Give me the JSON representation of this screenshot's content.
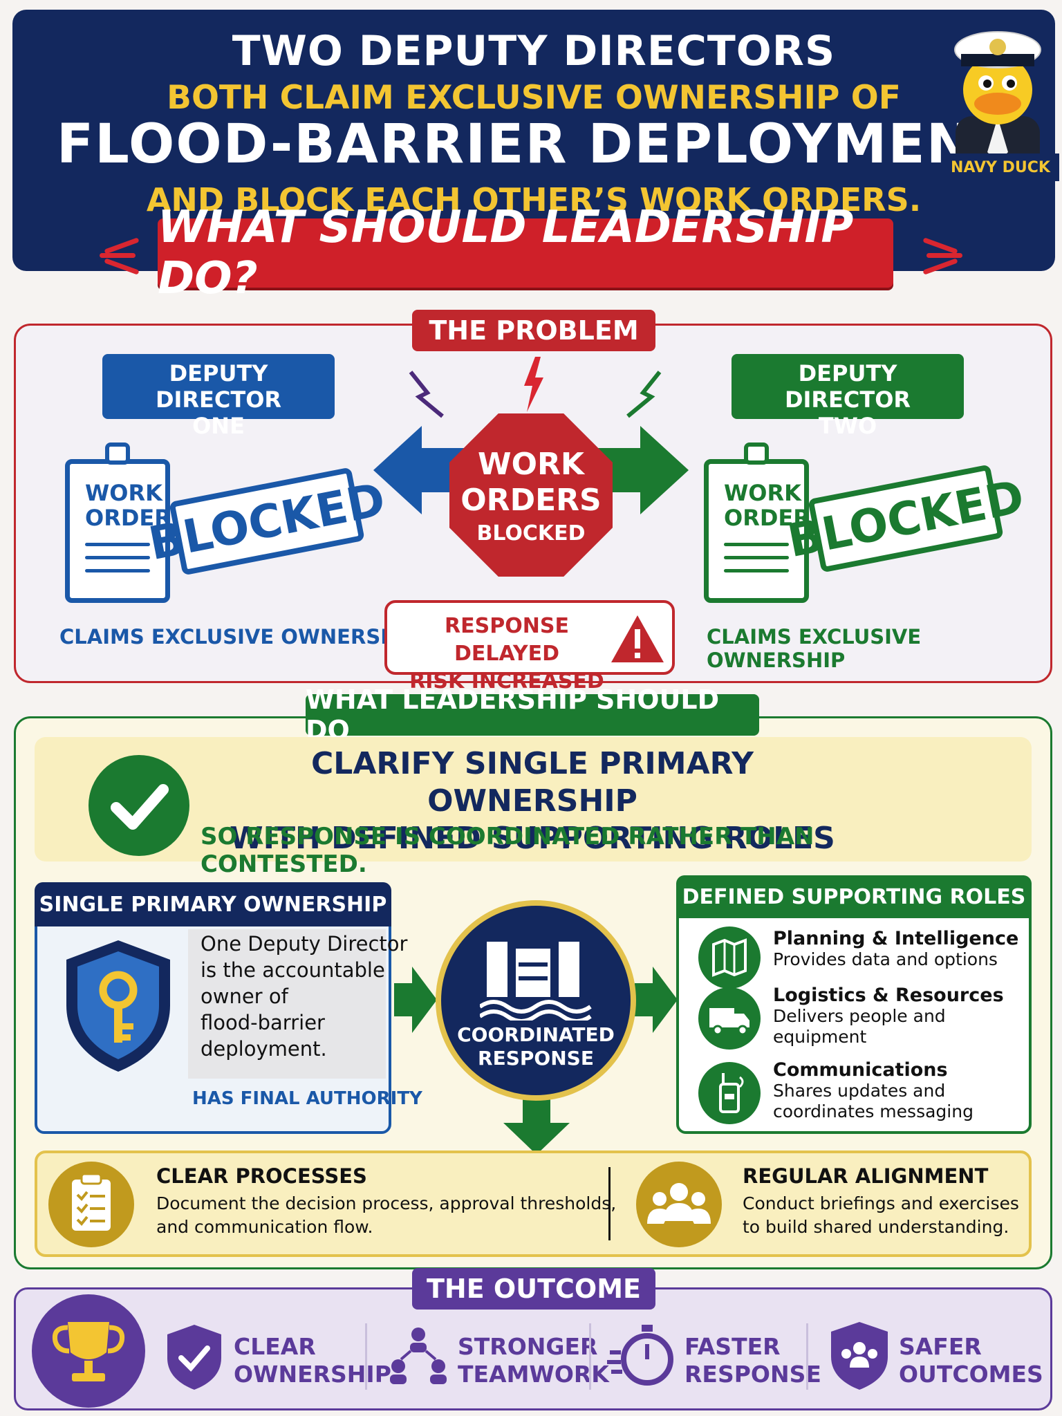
{
  "header": {
    "line1": "TWO DEPUTY DIRECTORS",
    "line2": "BOTH CLAIM EXCLUSIVE OWNERSHIP OF",
    "line3": "FLOOD-BARRIER DEPLOYMENT",
    "line4": "AND BLOCK EACH OTHER’S WORK ORDERS.",
    "question": "WHAT SHOULD LEADERSHIP DO?",
    "mascot_label": "NAVY DUCK"
  },
  "problem": {
    "tag": "THE PROBLEM",
    "dd1": {
      "line1": "DEPUTY DIRECTOR",
      "line2": "ONE"
    },
    "dd2": {
      "line1": "DEPUTY DIRECTOR",
      "line2": "TWO"
    },
    "clip_line1": "WORK",
    "clip_line2": "ORDER",
    "stamp": "BLOCKED",
    "claims": "CLAIMS EXCLUSIVE OWNERSHIP",
    "center": {
      "line1": "WORK",
      "line2": "ORDERS",
      "line3": "BLOCKED"
    },
    "risk": {
      "line1": "RESPONSE DELAYED",
      "line2": "RISK INCREASED"
    }
  },
  "leadership": {
    "tag": "WHAT LEADERSHIP SHOULD DO",
    "main1": "CLARIFY SINGLE PRIMARY OWNERSHIP",
    "main2": "WITH DEFINED SUPPORTING ROLES",
    "main3": "SO RESPONSE IS COORDINATED RATHER THAN CONTESTED.",
    "primary": {
      "title": "SINGLE PRIMARY OWNERSHIP",
      "text": [
        "One Deputy Director",
        "is the accountable",
        "owner of",
        "flood-barrier",
        "deployment."
      ],
      "authority": "HAS FINAL AUTHORITY"
    },
    "coordinated": {
      "line1": "COORDINATED",
      "line2": "RESPONSE"
    },
    "roles": {
      "title": "DEFINED SUPPORTING ROLES",
      "items": [
        {
          "title": "Planning & Intelligence",
          "desc": [
            "Provides data and options"
          ],
          "icon": "map-icon"
        },
        {
          "title": "Logistics & Resources",
          "desc": [
            "Delivers people and",
            "equipment"
          ],
          "icon": "truck-icon"
        },
        {
          "title": "Communications",
          "desc": [
            "Shares updates and",
            "coordinates messaging"
          ],
          "icon": "radio-icon"
        }
      ]
    },
    "process": {
      "title": "CLEAR PROCESSES",
      "desc1": "Document the decision process, approval thresholds,",
      "desc2": "and communication flow."
    },
    "alignment": {
      "title": "REGULAR ALIGNMENT",
      "desc1": "Conduct briefings and exercises",
      "desc2": "to build shared understanding."
    }
  },
  "outcome": {
    "tag": "THE OUTCOME",
    "items": [
      {
        "line1": "CLEAR",
        "line2": "OWNERSHIP"
      },
      {
        "line1": "STRONGER",
        "line2": "TEAMWORK"
      },
      {
        "line1": "FASTER",
        "line2": "RESPONSE"
      },
      {
        "line1": "SAFER",
        "line2": "OUTCOMES"
      }
    ]
  },
  "colors": {
    "navy": "#13285e",
    "gold": "#f3c532",
    "red": "#c0272d",
    "blue": "#1a58a8",
    "green": "#1b7a30",
    "purple": "#5b3a9a"
  }
}
